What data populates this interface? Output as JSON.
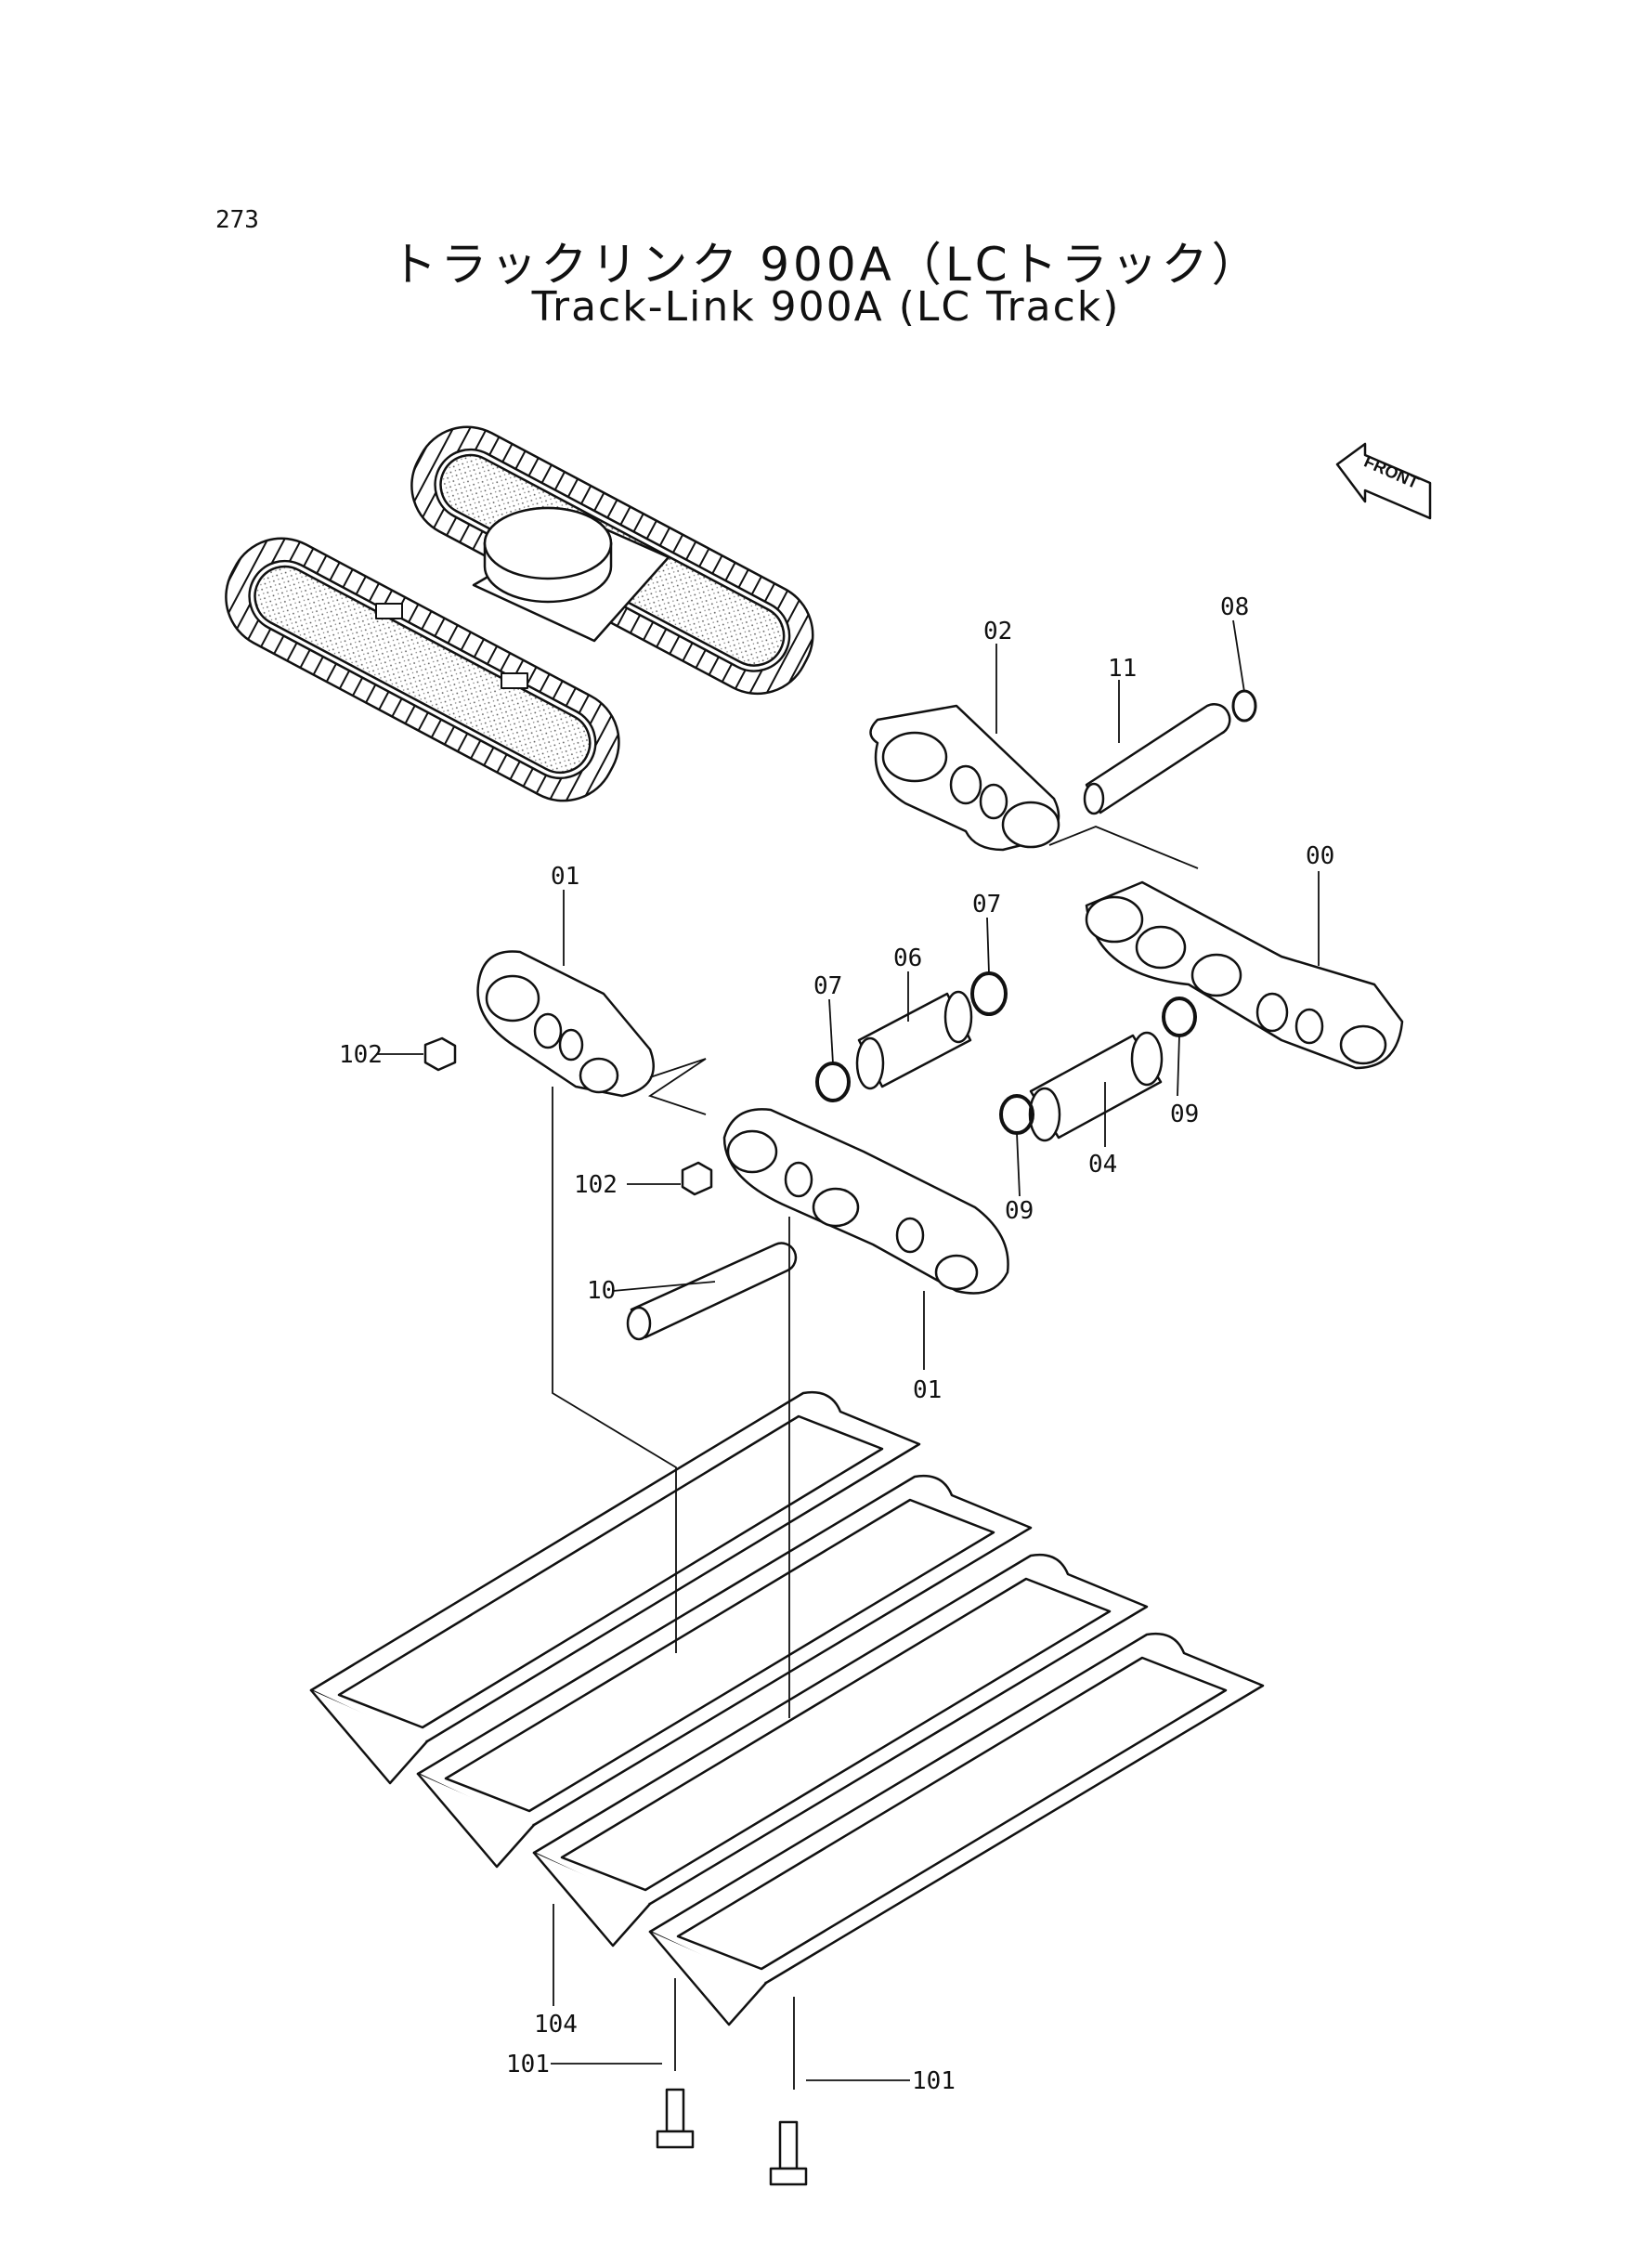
{
  "header": {
    "page_number": "273",
    "title_jp": "トラックリンク 900A（LCトラック）",
    "title_en": "Track-Link 900A (LC Track)"
  },
  "orientation_label": "FRONT",
  "callouts": {
    "c00": "00",
    "c01a": "01",
    "c01b": "01",
    "c02": "02",
    "c04": "04",
    "c06": "06",
    "c07a": "07",
    "c07b": "07",
    "c08": "08",
    "c09a": "09",
    "c09b": "09",
    "c10": "10",
    "c11": "11",
    "c101a": "101",
    "c101b": "101",
    "c102a": "102",
    "c102b": "102",
    "c104": "104"
  }
}
